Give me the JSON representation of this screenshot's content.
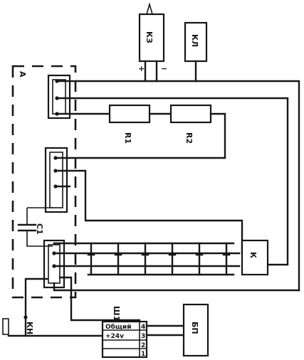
{
  "labels": {
    "frame": "A",
    "kz": "КЗ",
    "kl": "КЛ",
    "plus": "+",
    "minus": "−",
    "r1": "R1",
    "r2": "R2",
    "c1": "C1",
    "k": "К",
    "kn": "КН",
    "sh1": "Ш1",
    "bp": "БП"
  },
  "connector": {
    "rows": [
      {
        "name": "Общий",
        "pin": "4"
      },
      {
        "name": "+24v",
        "pin": "3"
      },
      {
        "name": "",
        "pin": "2"
      },
      {
        "name": "",
        "pin": "1"
      }
    ]
  }
}
